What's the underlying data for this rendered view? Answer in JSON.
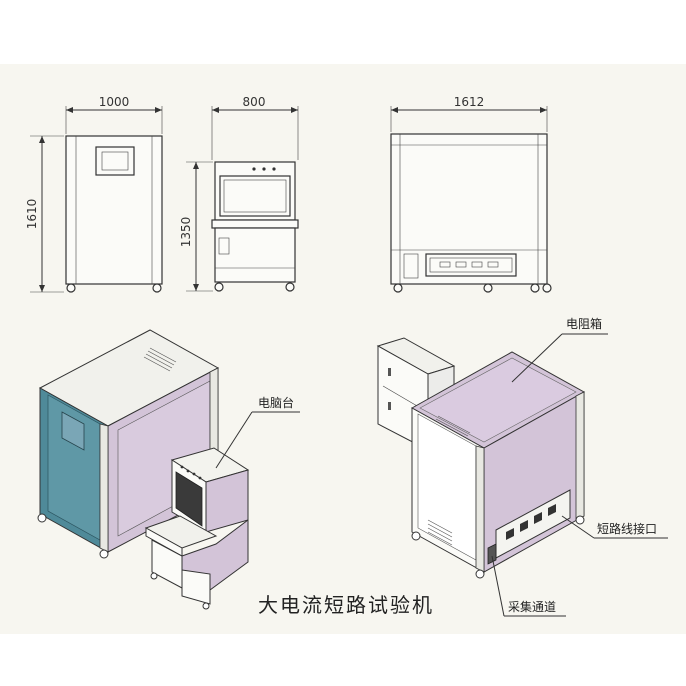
{
  "dimensions": {
    "cabinet_width": "1000",
    "cabinet_height": "1610",
    "console_width": "800",
    "console_height": "1350",
    "side_width": "1612"
  },
  "labels": {
    "computer_desk": "电脑台",
    "resistor_box": "电阻箱",
    "short_circuit_port": "短路线接口",
    "acquisition_channel": "采集通道"
  },
  "title": "大电流短路试验机",
  "colors": {
    "teal_panel": "#4f8a99",
    "purple_panel": "#d3c4d8",
    "light_panel": "#f1f1ec",
    "screen": "#7aa6b6"
  }
}
